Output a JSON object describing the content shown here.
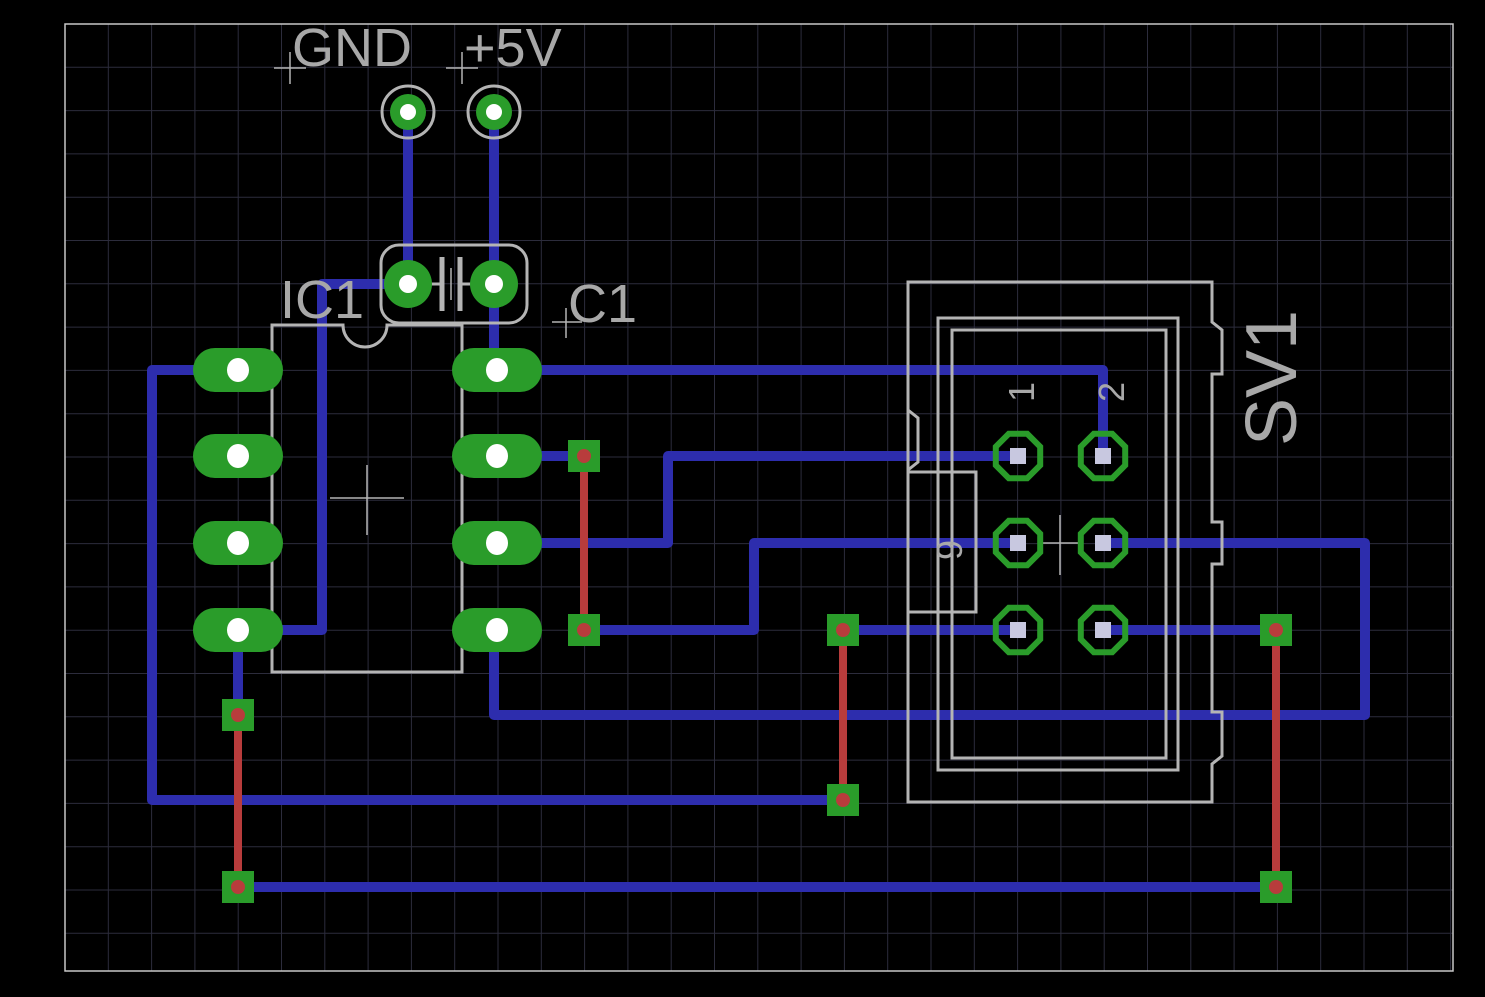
{
  "board": {
    "background_color": "#000000",
    "grid_color": "#2c2c3c",
    "outline_color": "#c8c8c8",
    "silkscreen_color": "#b4b4b4",
    "top_trace_color": "#2d2dad",
    "bottom_trace_color": "#b83c3c",
    "pad_color": "#2a9c2a",
    "drill_color": "#ffffff"
  },
  "labels": {
    "gnd": "GND",
    "vcc": "+5V",
    "ic": "IC1",
    "cap": "C1",
    "header": "SV1",
    "pin1": "1",
    "pin2": "2",
    "pin9": "9"
  },
  "components": {
    "ic": {
      "icon": "dip8-ic-icon",
      "pin_count": 8
    },
    "cap": {
      "icon": "ceramic-capacitor-icon"
    },
    "header": {
      "icon": "box-header-icon",
      "pin_count": 6
    },
    "power_pads": {
      "icon": "through-hole-pad-icon",
      "count": 2
    },
    "vias": {
      "icon": "via-icon",
      "count": 8
    }
  }
}
